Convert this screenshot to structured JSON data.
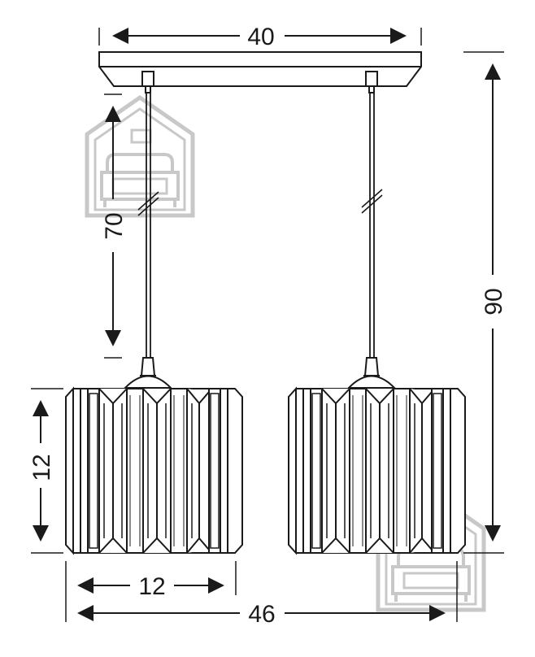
{
  "dimensions": {
    "canopy_width": "40",
    "cable_length": "70",
    "total_height": "90",
    "shade_height": "12",
    "shade_width": "12",
    "total_width": "46"
  },
  "colors": {
    "line": "#1a1a1a",
    "watermark": "#c8c8c8",
    "background": "#ffffff"
  },
  "watermark_icon": "house-with-armchair-icon"
}
